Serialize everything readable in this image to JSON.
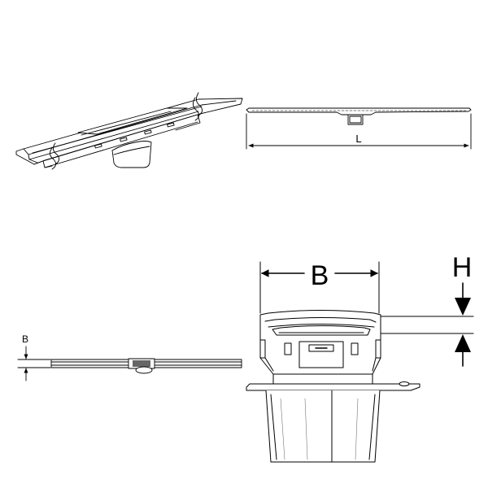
{
  "labels": {
    "length": "L",
    "width_top_view": "B",
    "width_section": "B",
    "height_section": "H"
  },
  "colors": {
    "line": "#000000",
    "hatch": "#bdbdbd",
    "background": "#ffffff"
  }
}
